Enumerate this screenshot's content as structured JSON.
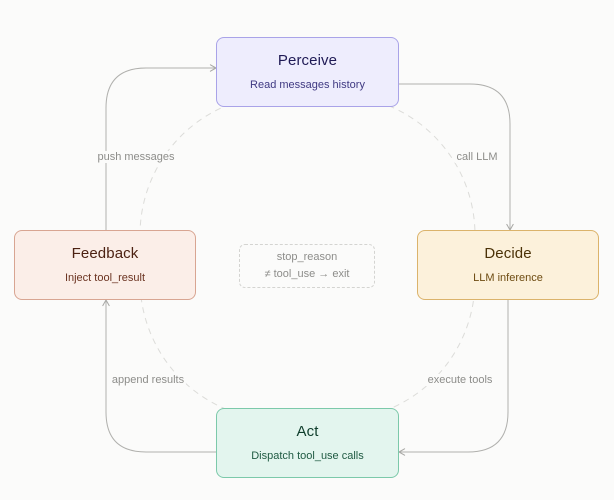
{
  "nodes": {
    "perceive": {
      "title": "Perceive",
      "subtitle": "Read messages history"
    },
    "decide": {
      "title": "Decide",
      "subtitle": "LLM inference"
    },
    "act": {
      "title": "Act",
      "subtitle": "Dispatch tool_use calls"
    },
    "feedback": {
      "title": "Feedback",
      "subtitle": "Inject tool_result"
    }
  },
  "edges": {
    "perceive_to_decide": "call LLM",
    "decide_to_act": "execute tools",
    "act_to_feedback": "append results",
    "feedback_to_perceive": "push messages"
  },
  "center_note": {
    "line1": "stop_reason",
    "line2": "≠ tool_use → exit"
  },
  "colors": {
    "perceive": "#eeedfd",
    "decide": "#fcf1db",
    "act": "#e3f5ee",
    "feedback": "#fbeee8",
    "connector": "#b0b0ad",
    "dashed_loop": "#dcdcd9"
  }
}
